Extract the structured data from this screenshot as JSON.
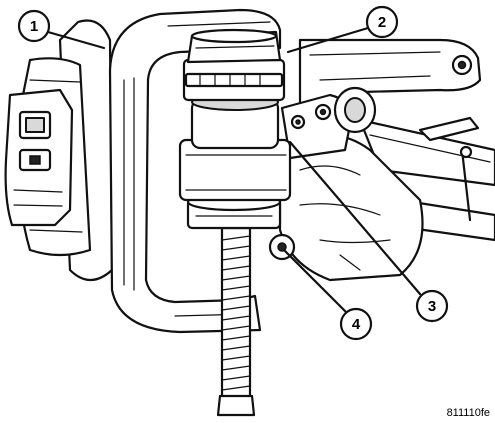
{
  "figure": {
    "figure_id": "811110fe",
    "callouts": [
      {
        "number": "1"
      },
      {
        "number": "2"
      },
      {
        "number": "3"
      },
      {
        "number": "4"
      }
    ]
  },
  "colors": {
    "line": "#111111",
    "background": "#ffffff",
    "shade": "#d9d9d9"
  }
}
